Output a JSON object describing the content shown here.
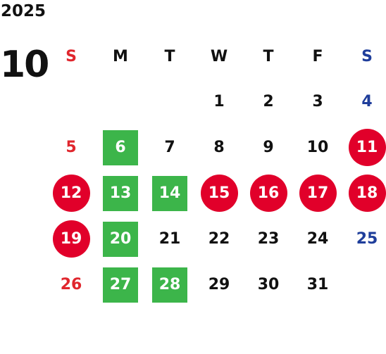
{
  "year": "2025",
  "month": "10",
  "weekdays": [
    "S",
    "M",
    "T",
    "W",
    "T",
    "F",
    "S"
  ],
  "colors": {
    "sunday": "#e0262d",
    "saturday": "#1f3e9b",
    "green_highlight": "#3cb54a",
    "red_highlight": "#e1002a"
  },
  "weeks": [
    [
      {
        "day": "",
        "mark": "none"
      },
      {
        "day": "",
        "mark": "none"
      },
      {
        "day": "",
        "mark": "none"
      },
      {
        "day": "1",
        "mark": "none"
      },
      {
        "day": "2",
        "mark": "none"
      },
      {
        "day": "3",
        "mark": "none"
      },
      {
        "day": "4",
        "mark": "none"
      }
    ],
    [
      {
        "day": "5",
        "mark": "none"
      },
      {
        "day": "6",
        "mark": "green"
      },
      {
        "day": "7",
        "mark": "none"
      },
      {
        "day": "8",
        "mark": "none"
      },
      {
        "day": "9",
        "mark": "none"
      },
      {
        "day": "10",
        "mark": "none"
      },
      {
        "day": "11",
        "mark": "red"
      }
    ],
    [
      {
        "day": "12",
        "mark": "red"
      },
      {
        "day": "13",
        "mark": "green"
      },
      {
        "day": "14",
        "mark": "green"
      },
      {
        "day": "15",
        "mark": "red"
      },
      {
        "day": "16",
        "mark": "red"
      },
      {
        "day": "17",
        "mark": "red"
      },
      {
        "day": "18",
        "mark": "red"
      }
    ],
    [
      {
        "day": "19",
        "mark": "red"
      },
      {
        "day": "20",
        "mark": "green"
      },
      {
        "day": "21",
        "mark": "none"
      },
      {
        "day": "22",
        "mark": "none"
      },
      {
        "day": "23",
        "mark": "none"
      },
      {
        "day": "24",
        "mark": "none"
      },
      {
        "day": "25",
        "mark": "none"
      }
    ],
    [
      {
        "day": "26",
        "mark": "none"
      },
      {
        "day": "27",
        "mark": "green"
      },
      {
        "day": "28",
        "mark": "green"
      },
      {
        "day": "29",
        "mark": "none"
      },
      {
        "day": "30",
        "mark": "none"
      },
      {
        "day": "31",
        "mark": "none"
      },
      {
        "day": "",
        "mark": "none"
      }
    ]
  ]
}
